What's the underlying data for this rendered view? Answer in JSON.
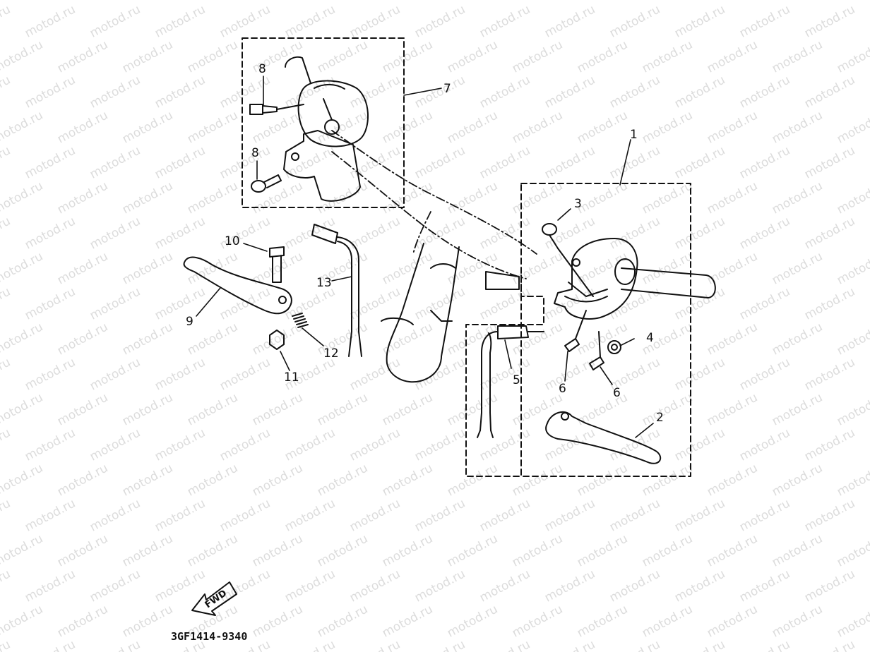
{
  "watermark": "motod.ru",
  "diagram_code": "3GF1414-9340",
  "fwd_label": "FWD",
  "callouts": {
    "c1": "1",
    "c2": "2",
    "c3": "3",
    "c4": "4",
    "c5": "5",
    "c6a": "6",
    "c6b": "6",
    "c7": "7",
    "c8a": "8",
    "c8b": "8",
    "c9": "9",
    "c10": "10",
    "c11": "11",
    "c12": "12",
    "c13": "13"
  }
}
